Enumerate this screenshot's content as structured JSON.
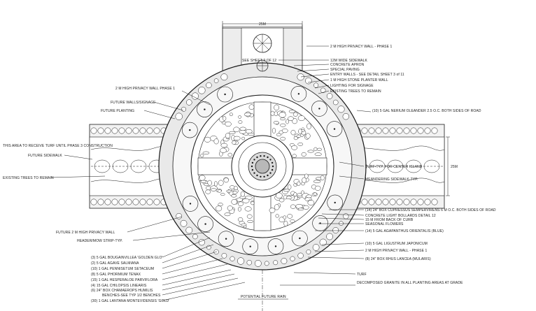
{
  "dimensions": {
    "top_width": "25M",
    "right_width": "25M"
  },
  "labels": {
    "privacy_wall_phase1_top": "2 M HIGH PRIVACY WALL - PHASE 1",
    "see_sheet": "SEE SHEET 2 OF 12",
    "sidewalk_12m": "12M WIDE SIDEWALK",
    "concrete_apron": "CONCRETE APRON",
    "special_paving": "SPECIAL PAVING",
    "entry_walls": "ENTRY WALLS - SEE DETAIL SHEET 3 of 11",
    "planter_wall": "1 M HIGH STONE PLANTER WALL",
    "lighting_signage": "LIGHTING FOR SIGNAGE",
    "existing_trees_remain": "EXISTING TREES TO REMAIN",
    "privacy_wall_left": "2 M HIGH PRIVACY WALL PHASE 1",
    "future_walls_signage": "FUTURE WALLS/SIGNAGE",
    "future_planting": "FUTURE PLANTING",
    "oleander": "(10) 5 GAL NERIUM OLEANDER 2.5 O.C. BOTH SIDES OF ROAD",
    "turf_area": "THIS AREA TO RECEIVE TURF UNTIL PHASE 3 CONSTRUCTION",
    "future_sidewalk": "FUTURE SIDEWALK",
    "existing_trees_left": "EXISTING TREES TO REMAIN",
    "turf_center_island": "TURF-TYP. FOR CENTER ISLAND",
    "meandering_sidewalk": "MEANDERING SIDEWALK-TYP.",
    "cypress": "(14) 24\" BOX CUPRESSUS SEMPERVIRENS 6 M O.C. BOTH SIDES OF ROAD",
    "concrete_light": "CONCRETE LIGHT BOLLARDS DETAIL 12",
    "rear_curb": "15 M FROM BACK OF CURB",
    "seasonal_flowers": "SEASONAL FLOWERS",
    "agapanthus": "(14) 5 GAL AGAPANTHUS ORIENTALIS (BLUE)",
    "future_privacy_wall": "FUTURE 2 M HIGH PRIVACY WALL",
    "header_mow_strip": "HEADER/MOW STRIP-TYP.",
    "ligustrum": "(10) 5 GAL LIGUSTRUM JAPONICUM",
    "privacy_wall_phase1_bottom": "2 M HIGH PRIVACY WALL - PHASE 1",
    "rhus": "(8) 24\" BOX RHUS LANCEA (MULARIS)",
    "turf": "TURF",
    "decomposed_granite": "DECOMPOSED GRANITE IN ALL PLANTING AREAS AT GRADE",
    "potential_future_rain": "POTENTIAL FUTURE RAIN",
    "plant_list": [
      "(3) 5 GAL BOUGAINVILLEA 'GOLDEN GLO'",
      "(2) 5 GAL AGAVE SALMIANA",
      "(10) 1 GAL PENNISETUM SETACEUM",
      "(8) 5 GAL PHORMIUM TENAX",
      "(15) 1 GAL HESPERALOE PARVIFLORA",
      "(4) 15 GAL CHILOPSIS LINEARIS",
      "(6) 24\" BOX CHAMAEROPS HUMILIS",
      "BENCHES-SEE TYP 1/2 BENCHES",
      "(30) 1 GAL LANTANA MONTEVIDENSIS 'GOLD'"
    ]
  }
}
